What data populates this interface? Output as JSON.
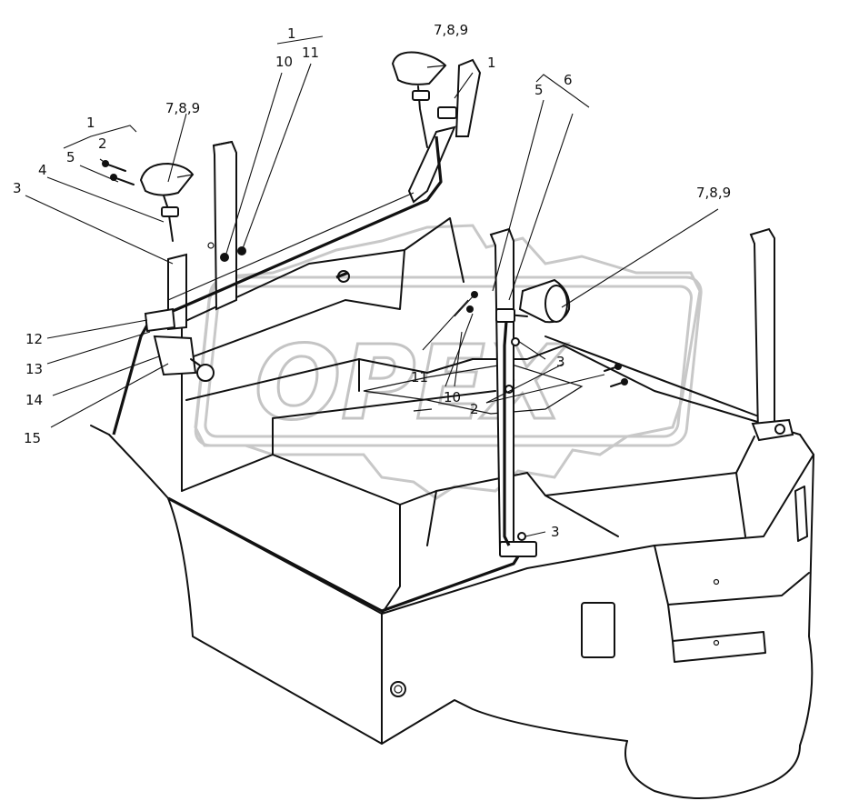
{
  "watermark": {
    "text": "OPEX"
  },
  "callouts": {
    "c1a": "1",
    "c2a": "2",
    "c5a": "5",
    "c789a": "7,8,9",
    "c4": "4",
    "c3a": "3",
    "c1b": "1",
    "c10a": "10",
    "c11a": "11",
    "c789b": "7,8,9",
    "c1c": "1",
    "c5b": "5",
    "c6": "6",
    "c789c": "7,8,9",
    "c12": "12",
    "c13": "13",
    "c14": "14",
    "c15": "15",
    "c11b": "11",
    "c10b": "10",
    "c3b": "3",
    "c2b": "2",
    "c3c": "3"
  }
}
